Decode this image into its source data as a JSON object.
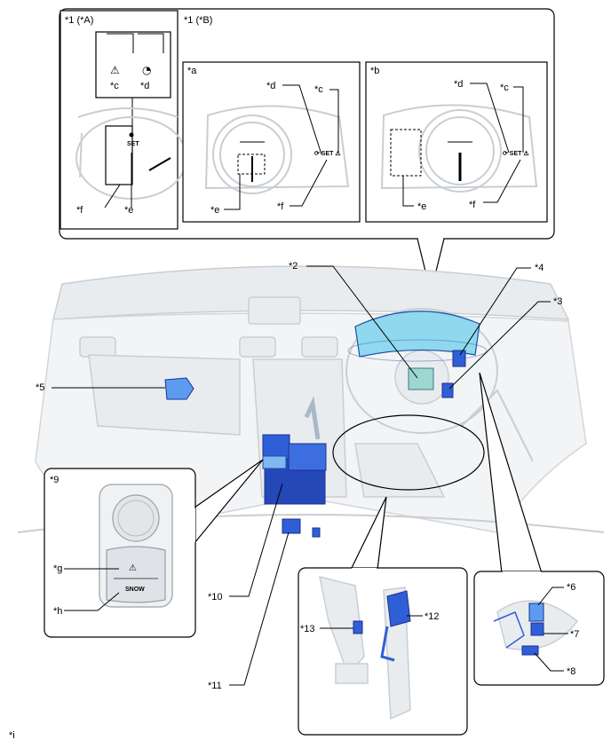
{
  "callouts": {
    "star1_A": "*1 (*A)",
    "star1_B": "*1 (*B)",
    "star_a": "*a",
    "star_b": "*b",
    "c": "*c",
    "d": "*d",
    "e": "*e",
    "f": "*f",
    "g": "*g",
    "h": "*h",
    "i": "*i",
    "n2": "*2",
    "n3": "*3",
    "n4": "*4",
    "n5": "*5",
    "n6": "*6",
    "n7": "*7",
    "n8": "*8",
    "n9": "*9",
    "n10": "*10",
    "n11": "*11",
    "n12": "*12",
    "n13": "*13"
  },
  "switch_text": {
    "snow": "SNOW",
    "set": "SET"
  },
  "colors": {
    "part_blue": "#2f5fd6",
    "part_light_blue": "#7fb8f0",
    "cluster_cyan": "#8fd8ee",
    "ghost_grey": "#c9ced3"
  }
}
